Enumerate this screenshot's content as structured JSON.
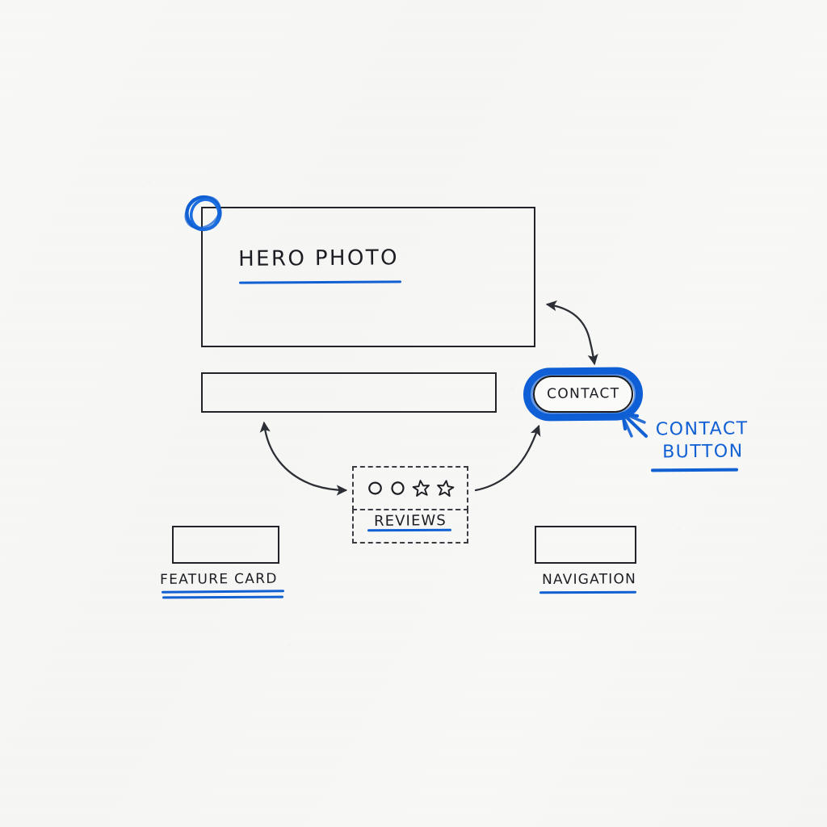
{
  "meta": {
    "kind": "hand-drawn-ui-wireframe-sketch",
    "background_color": "#f7f7f5",
    "ink_color": "#1c1e23",
    "accent_color": "#1160d4"
  },
  "blocks": {
    "hero": {
      "label": "HERO PHOTO",
      "underline": true,
      "marker_circle": true
    },
    "searchbar": {
      "label": "",
      "placeholder": ""
    },
    "contact_button": {
      "label": "CONTACT",
      "highlighted": true,
      "highlight_color": "#0f5fd6"
    },
    "reviews": {
      "label": "REVIEWS",
      "underline": true,
      "rating_glyphs": [
        "circle",
        "circle",
        "star",
        "star"
      ],
      "rating_filled_count": 0,
      "border_style": "dashed"
    },
    "feature_card": {
      "label": "FEATURE CARD",
      "underline_strokes": 2
    },
    "navigation": {
      "label": "NAVIGATION",
      "underline_strokes": 1
    }
  },
  "annotations": [
    {
      "id": "contact-button-callout",
      "line1": "CONTACT",
      "line2": "BUTTON",
      "color": "#1160d4",
      "points_to": "contact_button",
      "underline": true
    }
  ],
  "connectors": [
    {
      "id": "hero-to-contact",
      "from": "hero",
      "to": "contact_button",
      "heads": "both"
    },
    {
      "id": "searchbar-to-reviews",
      "from": "reviews",
      "to": "searchbar",
      "heads": "both"
    },
    {
      "id": "reviews-to-contact",
      "from": "reviews",
      "to": "contact_button",
      "heads": "end"
    }
  ]
}
